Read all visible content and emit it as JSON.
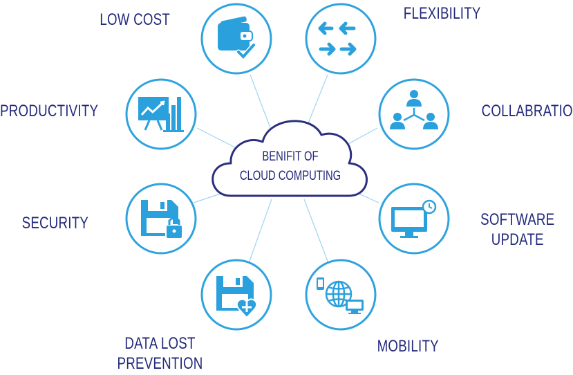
{
  "center": {
    "line1": "BENIFIT OF",
    "line2": "CLOUD COMPUTING"
  },
  "benefits": {
    "low_cost": "LOW COST",
    "flexibility": "FLEXIBILITY",
    "productivity": "PRODUCTIVITY",
    "collabration": "COLLABRATION",
    "security": "SECURITY",
    "software_update_1": "SOFTWARE",
    "software_update_2": "UPDATE",
    "data_lost_1": "DATA LOST",
    "data_lost_2": "PREVENTION",
    "mobility": "MOBILITY"
  },
  "icons": {
    "low_cost": "wallet-check-icon",
    "flexibility": "arrows-exchange-icon",
    "productivity": "presentation-chart-icon",
    "collabration": "team-network-icon",
    "security": "floppy-lock-icon",
    "software_update": "monitor-clock-icon",
    "data_lost_prevention": "floppy-heart-icon",
    "mobility": "globe-devices-icon"
  },
  "colors": {
    "accent": "#2aa0dc",
    "ring": "#2fa3de",
    "text": "#22297a",
    "cloud_stroke": "#2c2f80",
    "connector": "#9fd4ee"
  }
}
